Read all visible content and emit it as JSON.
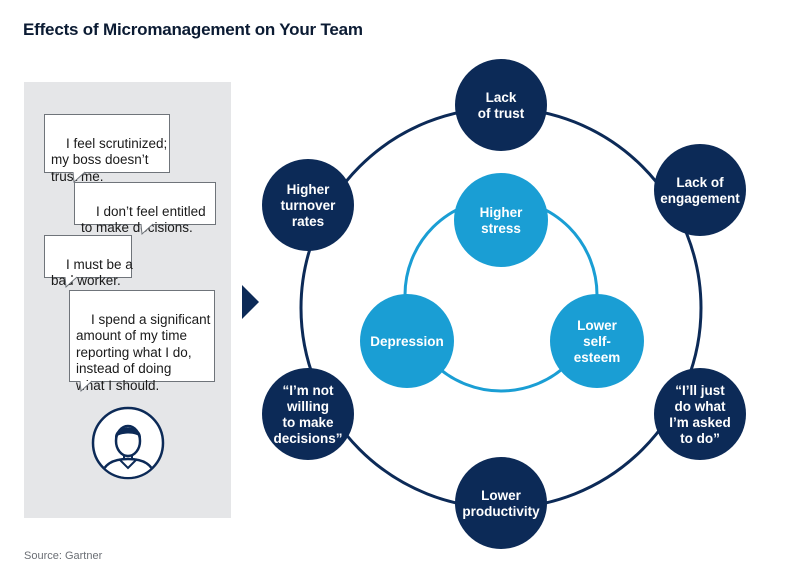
{
  "title": "Effects of Micromanagement on Your Team",
  "quotes": [
    "I feel scrutinized;\nmy boss doesn’t\ntrust me.",
    "I don’t feel entitled\nto make decisions.",
    "I must be a\nbad worker.",
    "I spend a significant\namount of my time\nreporting what I do,\ninstead of doing\nwhat I should."
  ],
  "inner_nodes": [
    [
      "Higher",
      "stress"
    ],
    [
      "Depression"
    ],
    [
      "Lower",
      "self-",
      "esteem"
    ]
  ],
  "outer_nodes": [
    [
      "Lack",
      "of trust"
    ],
    [
      "Lack of",
      "engagement"
    ],
    [
      "“I’ll just",
      "do what",
      "I’m asked",
      "to do”"
    ],
    [
      "Lower",
      "productivity"
    ],
    [
      "“I’m not",
      "willing",
      "to make",
      "decisions”"
    ],
    [
      "Higher",
      "turnover",
      "rates"
    ]
  ],
  "colors": {
    "navy": "#0c2a57",
    "light_blue": "#1a9ed4",
    "panel": "#e5e6e8"
  },
  "icons": {
    "arrow": "triangle-right",
    "person": "person-avatar-icon"
  },
  "source": "Source: Gartner"
}
